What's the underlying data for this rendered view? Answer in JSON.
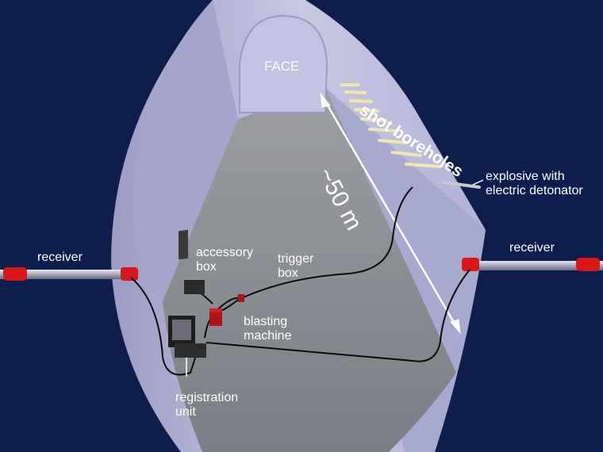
{
  "labels": {
    "face": "FACE",
    "shot_boreholes": "shot boreholes",
    "distance": "~50 m",
    "explosive_line1": "explosive with",
    "explosive_line2": "electric detonator",
    "receiver_left": "receiver",
    "receiver_right": "receiver",
    "accessory_line1": "accessory",
    "accessory_line2": "box",
    "trigger_line1": "trigger",
    "trigger_line2": "box",
    "blasting_line1": "blasting",
    "blasting_line2": "machine",
    "registration_line1": "registration",
    "registration_line2": "unit"
  },
  "colors": {
    "background": "#0d1e4d",
    "tunnel_wall": "#c5c5e0",
    "tunnel_floor": "#8a8c92",
    "receiver_red": "#d81818",
    "label_text": "#ffffff",
    "cable": "#0b0b0b"
  }
}
